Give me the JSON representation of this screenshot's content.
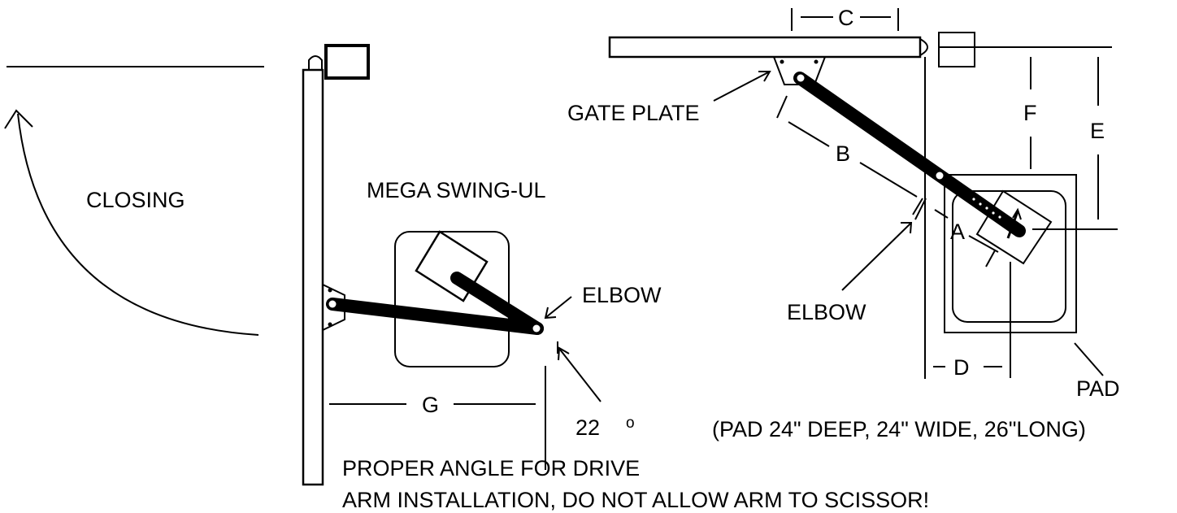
{
  "labels": {
    "closing": "CLOSING",
    "model": "MEGA SWING-UL",
    "elbow_left": "ELBOW",
    "elbow_right": "ELBOW",
    "gate_plate": "GATE PLATE",
    "pad": "PAD",
    "pad_spec": "(PAD 24\" DEEP, 24\" WIDE, 26\"LONG)",
    "angle_value": "22",
    "degree_symbol": "o",
    "instruction_line1": "PROPER ANGLE FOR DRIVE",
    "instruction_line2": "ARM INSTALLATION, DO NOT ALLOW ARM TO SCISSOR!"
  },
  "dimensions": {
    "a": "A",
    "b": "B",
    "c": "C",
    "d": "D",
    "e": "E",
    "f": "F",
    "g": "G"
  }
}
